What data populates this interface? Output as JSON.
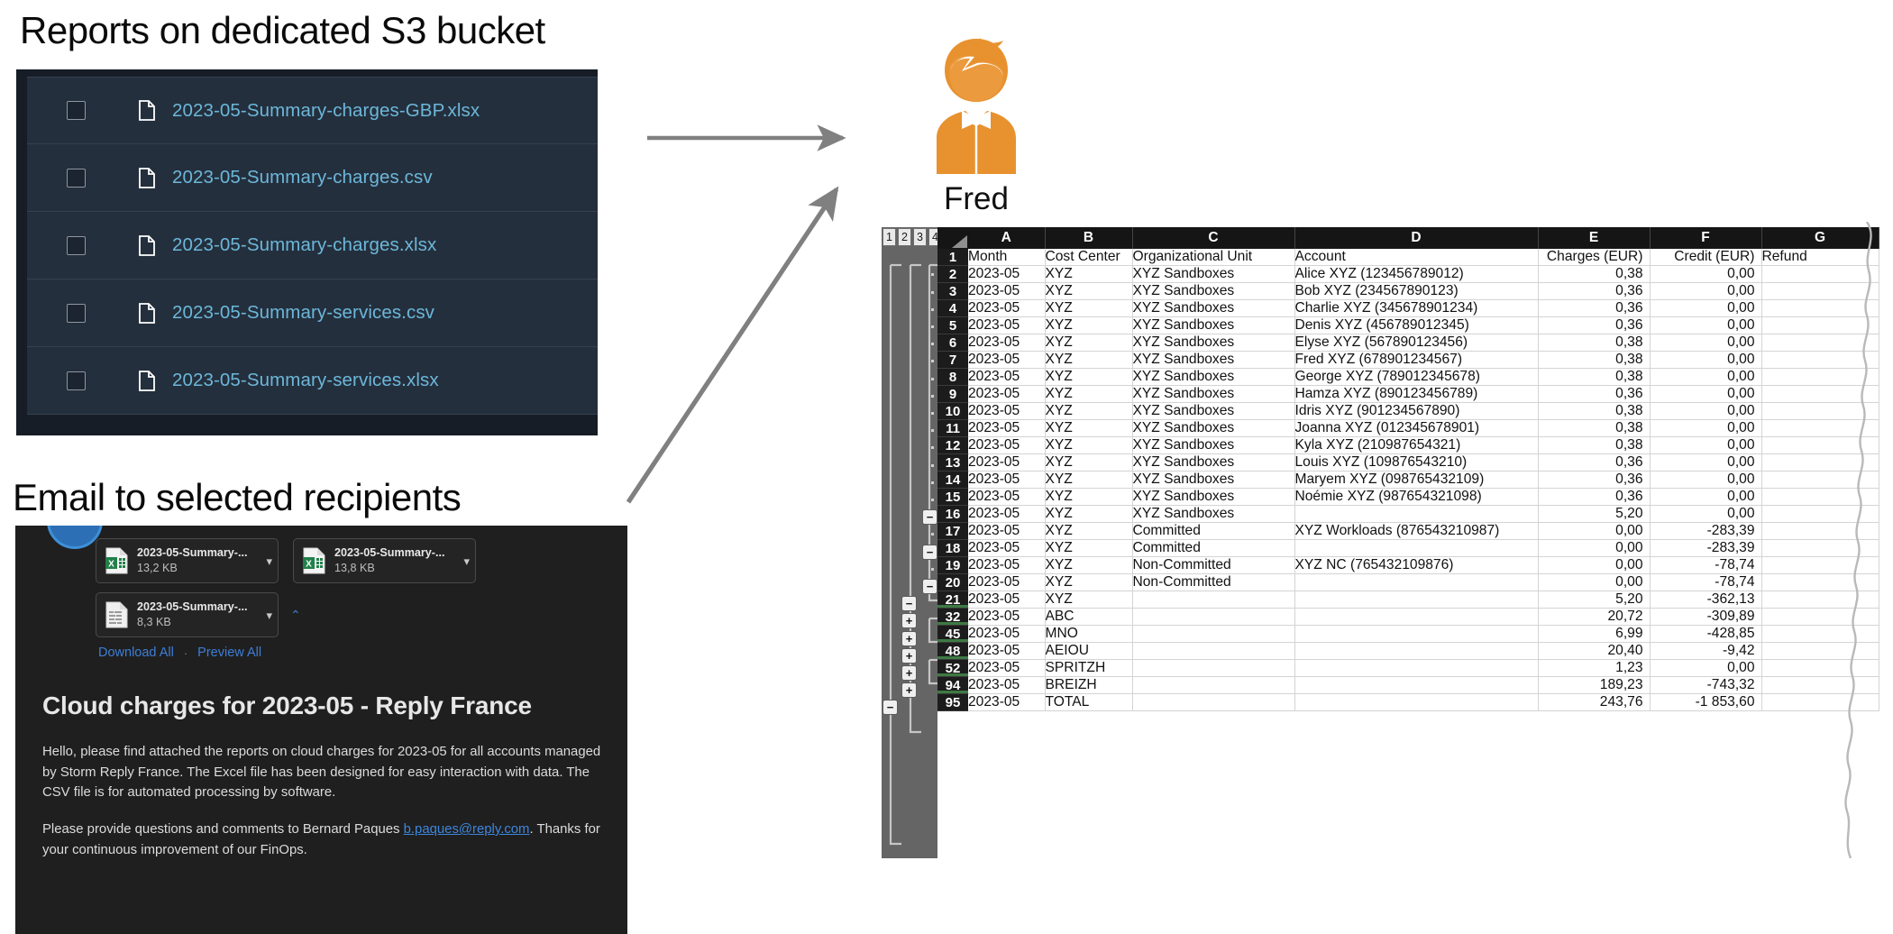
{
  "sections": {
    "s3_heading": "Reports on dedicated S3 bucket",
    "email_heading": "Email to selected recipients"
  },
  "s3_bucket": {
    "files": [
      {
        "name": "2023-05-Summary-charges-GBP.xlsx",
        "icon": "document-icon",
        "checked": false
      },
      {
        "name": "2023-05-Summary-charges.csv",
        "icon": "document-icon",
        "checked": false
      },
      {
        "name": "2023-05-Summary-charges.xlsx",
        "icon": "document-icon",
        "checked": false
      },
      {
        "name": "2023-05-Summary-services.csv",
        "icon": "document-icon",
        "checked": false
      },
      {
        "name": "2023-05-Summary-services.xlsx",
        "icon": "document-icon",
        "checked": false
      }
    ],
    "link_color": "#6cb7d9",
    "panel_bg": "#161d26"
  },
  "email": {
    "avatar": "sender-avatar",
    "attachments": [
      {
        "name": "2023-05-Summary-...",
        "size": "13,2 KB",
        "icon": "excel-file-icon"
      },
      {
        "name": "2023-05-Summary-...",
        "size": "13,8 KB",
        "icon": "excel-file-icon"
      },
      {
        "name": "2023-05-Summary-...",
        "size": "8,3 KB",
        "icon": "csv-file-icon"
      }
    ],
    "collapse_caret": "⌃",
    "download_all": "Download All",
    "separator": "·",
    "preview_all": "Preview All",
    "subject": "Cloud charges for 2023-05 - Reply France",
    "body_p1_before": "Hello, please find attached the reports on cloud charges for 2023-05 for all accounts managed by Storm Reply France. The Excel file has been designed for easy interaction with data. The CSV file is for automated processing by software.",
    "body_p2_before": "Please provide questions and comments to Bernard Paques ",
    "body_link": "b.paques@reply.com",
    "body_p2_after": ". Thanks for your continuous improvement of our FinOps.",
    "link_color": "#3d86dd",
    "panel_bg": "#1f1f1f"
  },
  "recipient": {
    "name": "Fred",
    "avatar_color": "#e8922f",
    "icon": "person-avatar-icon"
  },
  "arrows": [
    {
      "name": "arrow-s3-to-fred",
      "color": "#808080"
    },
    {
      "name": "arrow-email-to-fred",
      "color": "#808080"
    }
  ],
  "spreadsheet": {
    "outline_levels": [
      "1",
      "2",
      "3",
      "4"
    ],
    "columns": [
      "A",
      "B",
      "C",
      "D",
      "E",
      "F",
      "G"
    ],
    "headers": [
      "Month",
      "Cost Center",
      "Organizational Unit",
      "Account",
      "Charges (EUR)",
      "Credit (EUR)",
      "Refund"
    ],
    "rows": [
      {
        "n": "1",
        "outline": "none",
        "cells": [
          "Month",
          "Cost Center",
          "Organizational Unit",
          "Account",
          "Charges (EUR)",
          "Credit (EUR)",
          "Refund"
        ],
        "header": true
      },
      {
        "n": "2",
        "outline": "dot",
        "cells": [
          "2023-05",
          "XYZ",
          "XYZ Sandboxes",
          "Alice XYZ (123456789012)",
          "0,38",
          "0,00",
          ""
        ]
      },
      {
        "n": "3",
        "outline": "dot",
        "cells": [
          "2023-05",
          "XYZ",
          "XYZ Sandboxes",
          "Bob XYZ (234567890123)",
          "0,36",
          "0,00",
          ""
        ]
      },
      {
        "n": "4",
        "outline": "dot",
        "cells": [
          "2023-05",
          "XYZ",
          "XYZ Sandboxes",
          "Charlie XYZ (345678901234)",
          "0,36",
          "0,00",
          ""
        ]
      },
      {
        "n": "5",
        "outline": "dot",
        "cells": [
          "2023-05",
          "XYZ",
          "XYZ Sandboxes",
          "Denis XYZ (456789012345)",
          "0,36",
          "0,00",
          ""
        ]
      },
      {
        "n": "6",
        "outline": "dot",
        "cells": [
          "2023-05",
          "XYZ",
          "XYZ Sandboxes",
          "Elyse XYZ (567890123456)",
          "0,38",
          "0,00",
          ""
        ]
      },
      {
        "n": "7",
        "outline": "dot",
        "cells": [
          "2023-05",
          "XYZ",
          "XYZ Sandboxes",
          "Fred XYZ (678901234567)",
          "0,38",
          "0,00",
          ""
        ]
      },
      {
        "n": "8",
        "outline": "dot",
        "cells": [
          "2023-05",
          "XYZ",
          "XYZ Sandboxes",
          "George XYZ (789012345678)",
          "0,38",
          "0,00",
          ""
        ]
      },
      {
        "n": "9",
        "outline": "dot",
        "cells": [
          "2023-05",
          "XYZ",
          "XYZ Sandboxes",
          "Hamza XYZ (890123456789)",
          "0,36",
          "0,00",
          ""
        ]
      },
      {
        "n": "10",
        "outline": "dot",
        "cells": [
          "2023-05",
          "XYZ",
          "XYZ Sandboxes",
          "Idris XYZ (901234567890)",
          "0,38",
          "0,00",
          ""
        ]
      },
      {
        "n": "11",
        "outline": "dot",
        "cells": [
          "2023-05",
          "XYZ",
          "XYZ Sandboxes",
          "Joanna XYZ (012345678901)",
          "0,38",
          "0,00",
          ""
        ]
      },
      {
        "n": "12",
        "outline": "dot",
        "cells": [
          "2023-05",
          "XYZ",
          "XYZ Sandboxes",
          "Kyla XYZ (210987654321)",
          "0,38",
          "0,00",
          ""
        ]
      },
      {
        "n": "13",
        "outline": "dot",
        "cells": [
          "2023-05",
          "XYZ",
          "XYZ Sandboxes",
          "Louis XYZ (109876543210)",
          "0,36",
          "0,00",
          ""
        ]
      },
      {
        "n": "14",
        "outline": "dot",
        "cells": [
          "2023-05",
          "XYZ",
          "XYZ Sandboxes",
          "Maryem XYZ (098765432109)",
          "0,36",
          "0,00",
          ""
        ]
      },
      {
        "n": "15",
        "outline": "dot",
        "cells": [
          "2023-05",
          "XYZ",
          "XYZ Sandboxes",
          "Noémie XYZ (987654321098)",
          "0,36",
          "0,00",
          ""
        ]
      },
      {
        "n": "16",
        "outline": "minus-l3",
        "cells": [
          "2023-05",
          "XYZ",
          "XYZ Sandboxes",
          "",
          "5,20",
          "0,00",
          ""
        ]
      },
      {
        "n": "17",
        "outline": "dot",
        "cells": [
          "2023-05",
          "XYZ",
          "Committed",
          "XYZ Workloads (876543210987)",
          "0,00",
          "-283,39",
          ""
        ]
      },
      {
        "n": "18",
        "outline": "minus-l3",
        "cells": [
          "2023-05",
          "XYZ",
          "Committed",
          "",
          "0,00",
          "-283,39",
          ""
        ]
      },
      {
        "n": "19",
        "outline": "dot",
        "cells": [
          "2023-05",
          "XYZ",
          "Non-Committed",
          "XYZ NC (765432109876)",
          "0,00",
          "-78,74",
          ""
        ]
      },
      {
        "n": "20",
        "outline": "minus-l3",
        "cells": [
          "2023-05",
          "XYZ",
          "Non-Committed",
          "",
          "0,00",
          "-78,74",
          ""
        ]
      },
      {
        "n": "21",
        "outline": "minus-l2",
        "cells": [
          "2023-05",
          "XYZ",
          "",
          "",
          "5,20",
          "-362,13",
          ""
        ],
        "grouped": true
      },
      {
        "n": "32",
        "outline": "plus-l2",
        "cells": [
          "2023-05",
          "ABC",
          "",
          "",
          "20,72",
          "-309,89",
          ""
        ],
        "grouped": true
      },
      {
        "n": "45",
        "outline": "plus-l2",
        "cells": [
          "2023-05",
          "MNO",
          "",
          "",
          "6,99",
          "-428,85",
          ""
        ],
        "grouped": true
      },
      {
        "n": "48",
        "outline": "plus-l2",
        "cells": [
          "2023-05",
          "AEIOU",
          "",
          "",
          "20,40",
          "-9,42",
          ""
        ],
        "grouped": true
      },
      {
        "n": "52",
        "outline": "plus-l2",
        "cells": [
          "2023-05",
          "SPRITZH",
          "",
          "",
          "1,23",
          "0,00",
          ""
        ],
        "grouped": true
      },
      {
        "n": "94",
        "outline": "plus-l2",
        "cells": [
          "2023-05",
          "BREIZH",
          "",
          "",
          "189,23",
          "-743,32",
          ""
        ],
        "grouped": true
      },
      {
        "n": "95",
        "outline": "minus-l1",
        "cells": [
          "2023-05",
          "TOTAL",
          "",
          "",
          "243,76",
          "-1 853,60",
          ""
        ]
      }
    ]
  }
}
